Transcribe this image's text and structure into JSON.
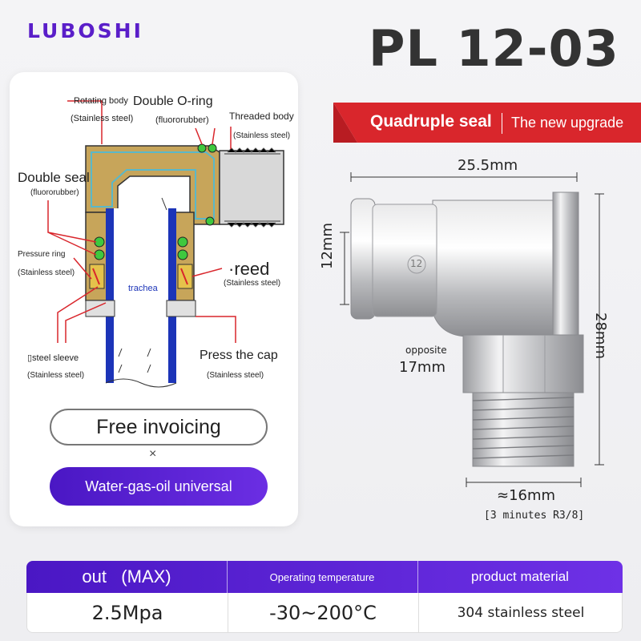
{
  "header": {
    "brand": "LUBOSHI",
    "model": "PL 12-03"
  },
  "diagram": {
    "rotating_body": "Rotating body",
    "rotating_body_mat": "(Stainless steel)",
    "double_oring": "Double O-ring",
    "double_oring_mat": "(fluororubber)",
    "threaded_body": "Threaded body",
    "threaded_body_mat": "(Stainless steel)",
    "double_seal": "Double seal",
    "double_seal_mat": "(fluororubber)",
    "pressure_ring": "Pressure ring",
    "pressure_ring_mat": "(Stainless steel)",
    "reed": "·reed",
    "reed_mat": "(Stainless steel)",
    "trachea": "trachea",
    "steel_sleeve": "▯steel sleeve",
    "steel_sleeve_mat": "(Stainless steel)",
    "press_cap": "Press the cap",
    "press_cap_mat": "(Stainless steel)"
  },
  "features": {
    "free_invoicing": "Free invoicing",
    "times": "×",
    "universal": "Water-gas-oil universal"
  },
  "banner": {
    "seal": "Quadruple seal",
    "upgrade": "The new upgrade"
  },
  "dimensions": {
    "width": "25.5mm",
    "height_left": "12mm",
    "height_right": "28mm",
    "opposite": "opposite",
    "hex": "17mm",
    "thread": "≈16mm",
    "thread_note": "[3 minutes R3/8]",
    "tube_mark": "12"
  },
  "table": {
    "headers": [
      "out   (MAX)",
      "Operating temperature",
      "product material"
    ],
    "values": [
      "2.5Mpa",
      "-30~200°C",
      "304 stainless steel"
    ]
  },
  "colors": {
    "brand": "#5a1ec9",
    "accent_red": "#d9262c",
    "accent_purple": "#5a20d0"
  }
}
